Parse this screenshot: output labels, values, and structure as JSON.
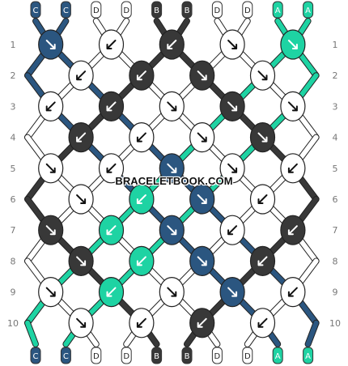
{
  "pattern": {
    "top_strings": [
      "C",
      "C",
      "D",
      "D",
      "B",
      "B",
      "D",
      "D",
      "A",
      "A"
    ],
    "bottom_strings": [
      "C",
      "C",
      "D",
      "D",
      "B",
      "B",
      "D",
      "D",
      "A",
      "A"
    ],
    "row_labels": [
      "1",
      "2",
      "3",
      "4",
      "5",
      "6",
      "7",
      "8",
      "9",
      "10"
    ],
    "colors": {
      "A": "#1ed3a3",
      "B": "#383838",
      "C": "#2b5680",
      "D": "#ffffff"
    },
    "rows": [
      [
        "forward-forward",
        "backward-backward",
        "backward-backward",
        "forward-forward",
        "forward-forward"
      ],
      [
        "backward-backward",
        "backward-backward",
        "forward-forward",
        "forward-forward"
      ],
      [
        "backward-backward",
        "backward-backward",
        "forward-forward",
        "forward-forward",
        "forward-forward"
      ],
      [
        "backward-backward",
        "backward-backward",
        "forward-forward",
        "forward-forward"
      ],
      [
        "forward-forward",
        "backward-backward",
        "forward-forward",
        "forward-forward",
        "backward-backward"
      ],
      [
        "forward-forward",
        "backward-backward",
        "forward-forward",
        "backward-backward"
      ],
      [
        "forward-forward",
        "backward-backward",
        "forward-forward",
        "backward-backward",
        "backward-backward"
      ],
      [
        "forward-forward",
        "backward-backward",
        "forward-forward",
        "backward-backward"
      ],
      [
        "forward-forward",
        "backward-backward",
        "forward-forward",
        "forward-forward",
        "backward-backward"
      ],
      [
        "forward-forward",
        "backward-backward",
        "backward-backward",
        "backward-backward"
      ]
    ],
    "watermark": "BRACELETBOOK.COM"
  }
}
